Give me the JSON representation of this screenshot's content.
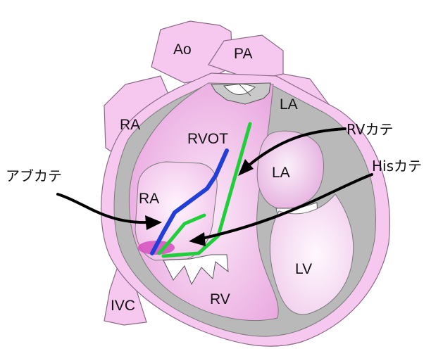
{
  "labels": {
    "ao": "Ao",
    "pa": "PA",
    "ra_outer": "RA",
    "la_outer": "LA",
    "rvot": "RVOT",
    "ra_inner": "RA",
    "la_inner": "LA",
    "lv": "LV",
    "rv": "RV",
    "ivc": "IVC"
  },
  "callouts": {
    "rv_catheter": "RVカテ",
    "his_catheter": "Hisカテ",
    "ablation_catheter": "アブカテ"
  },
  "colors": {
    "tissue_pink": "#f6c8f0",
    "chamber_pink": "#f3b6ea",
    "wall_gray": "#b9b9b9",
    "ablation_catheter": "#1f3fd6",
    "his_catheter": "#1fcf3a",
    "rv_catheter": "#1fcf3a",
    "arrow": "#000000"
  }
}
